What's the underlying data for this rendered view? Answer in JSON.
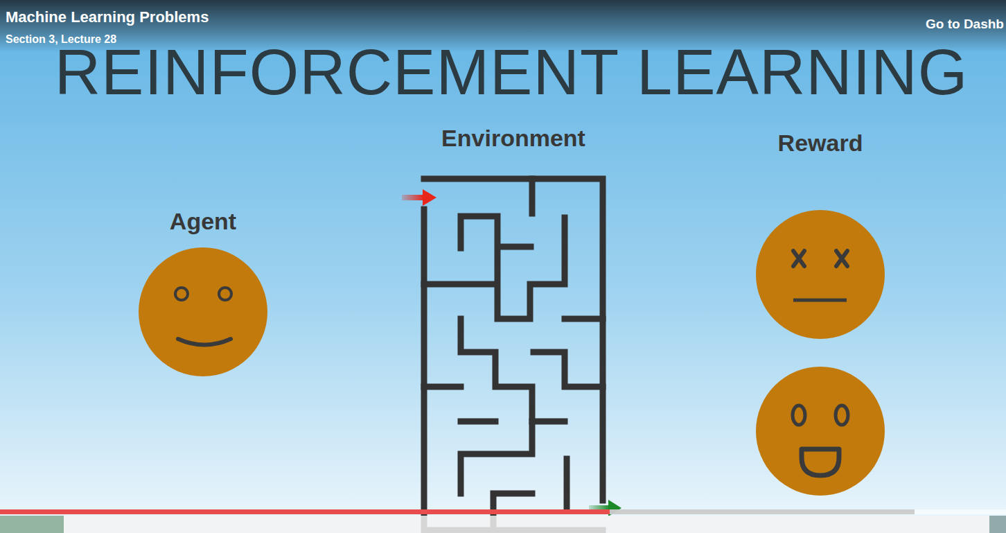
{
  "diagram": {
    "title": "REINFORCEMENT LEARNING",
    "nodes": [
      {
        "text": [
          "Agent"
        ]
      },
      {
        "text": [
          "Environment"
        ]
      },
      {
        "text": [
          "Reward"
        ]
      }
    ],
    "labels": [
      "Machine Learning Problems",
      "Section 3, Lecture 28",
      "Go to Dashb"
    ]
  }
}
